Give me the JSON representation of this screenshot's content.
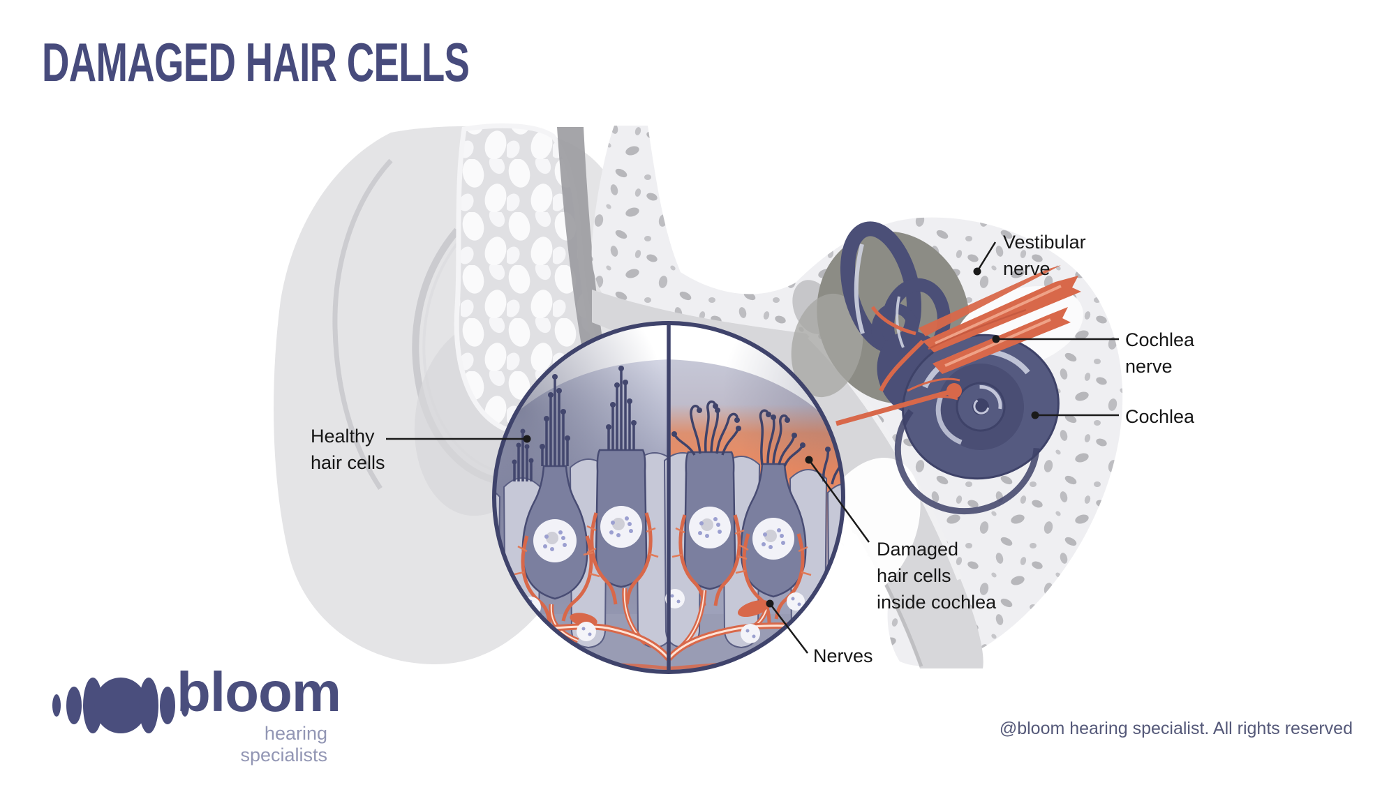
{
  "title": "DAMAGED HAIR CELLS",
  "labels": {
    "healthy_hair_cells": {
      "line1": "Healthy",
      "line2": "hair cells"
    },
    "vestibular_nerve": {
      "line1": "Vestibular",
      "line2": "nerve"
    },
    "cochlea_nerve": {
      "line1": "Cochlea",
      "line2": "nerve"
    },
    "cochlea": {
      "line1": "Cochlea"
    },
    "damaged_hair_cells": {
      "line1": "Damaged",
      "line2": "hair cells",
      "line3": "inside cochlea"
    },
    "nerves": {
      "line1": "Nerves"
    }
  },
  "logo": {
    "brand": "bloom",
    "tagline": "hearing specialists"
  },
  "footer": {
    "copyright": "@bloom hearing specialist. All rights reserved"
  },
  "colors": {
    "title_navy": "#474B7C",
    "structure_navy": "#4B4F77",
    "nerve_orange": "#D8684A",
    "bone_gray": "#EFEFF2",
    "label_black": "#161616"
  }
}
